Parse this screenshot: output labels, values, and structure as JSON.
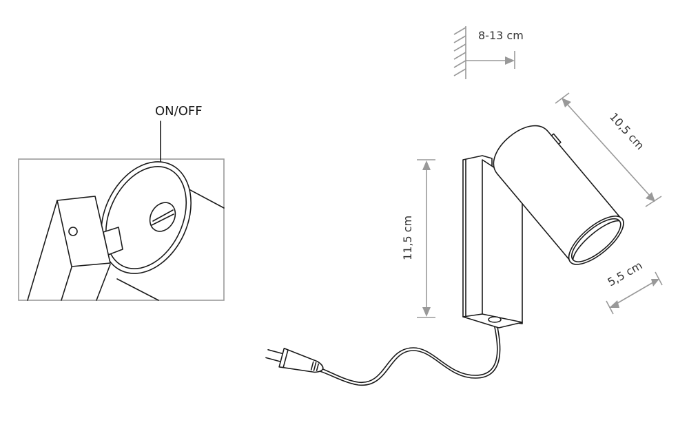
{
  "labels": {
    "switch": "ON/OFF",
    "wall_distance": "8-13 cm",
    "head_length": "10,5 cm",
    "height": "11,5 cm",
    "head_diameter": "5,5 cm"
  },
  "colors": {
    "line": "#1a1a1a",
    "dimension": "#999999",
    "detail_frame": "#999999"
  }
}
